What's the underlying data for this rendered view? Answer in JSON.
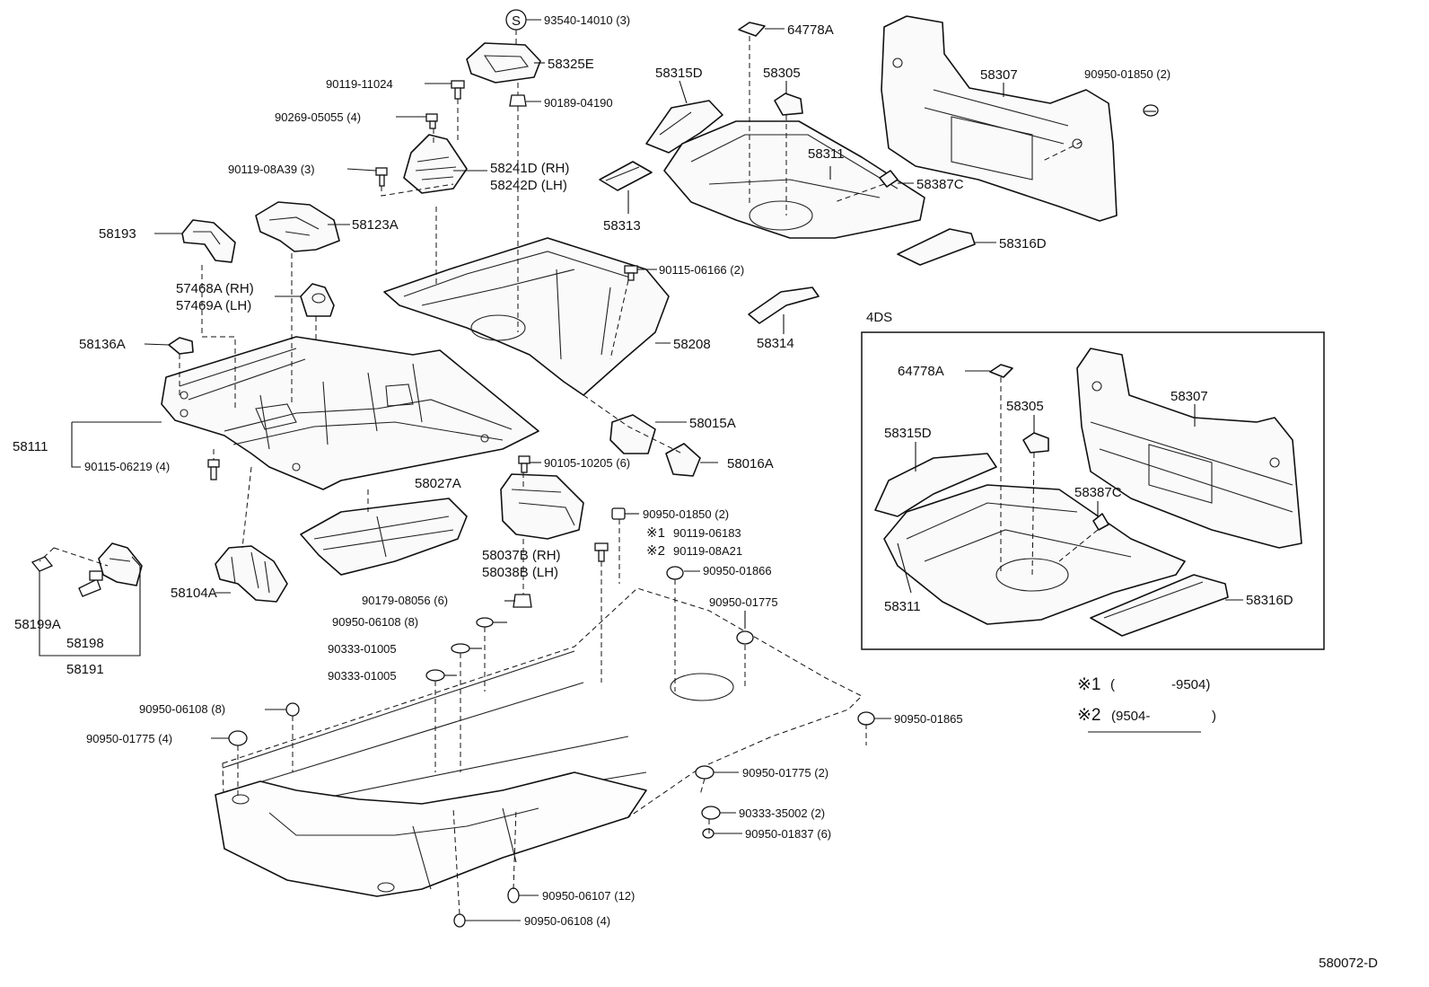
{
  "diagram_id": "580072-D",
  "labels": {
    "p93540_14010": "93540-14010 (3)",
    "s_mark": "S",
    "p58325E": "58325E",
    "p90189_04190": "90189-04190",
    "p90119_11024": "90119-11024",
    "p90269_05055": "90269-05055 (4)",
    "p90119_08A39": "90119-08A39 (3)",
    "p58241D": "58241D (RH)",
    "p58242D": "58242D (LH)",
    "p58193": "58193",
    "p58123A": "58123A",
    "p57468A": "57468A (RH)",
    "p57469A": "57469A (LH)",
    "p58136A": "58136A",
    "p58111": "58111",
    "p90115_06219": "90115-06219 (4)",
    "p58199A": "58199A",
    "p58198": "58198",
    "p58191": "58191",
    "p58104A": "58104A",
    "p58027A": "58027A",
    "p90105_10205": "90105-10205 (6)",
    "p58037B": "58037B (RH)",
    "p58038B": "58038B (LH)",
    "p90179_08056": "90179-08056 (6)",
    "p90950_06108_8a": "90950-06108 (8)",
    "p90333_01005a": "90333-01005",
    "p90333_01005b": "90333-01005",
    "p90950_06108_8b": "90950-06108 (8)",
    "p90950_01775_4": "90950-01775 (4)",
    "p90950_06107": "90950-06107 (12)",
    "p90950_06108_4": "90950-06108 (4)",
    "p58208": "58208",
    "p90115_06166": "90115-06166 (2)",
    "p58015A": "58015A",
    "p58016A": "58016A",
    "p90950_01850_2b": "90950-01850 (2)",
    "note1_mark": "※1",
    "p90119_06183": "90119-06183",
    "note2_mark": "※2",
    "p90119_08A21": "90119-08A21",
    "p90950_01866": "90950-01866",
    "p90950_01775": "90950-01775",
    "p90950_01865": "90950-01865",
    "p90950_01775_2": "90950-01775 (2)",
    "p90333_35002": "90333-35002 (2)",
    "p90950_01837": "90950-01837 (6)",
    "p64778A": "64778A",
    "p58315D": "58315D",
    "p58305": "58305",
    "p58307": "58307",
    "p90950_01850_2a": "90950-01850 (2)",
    "p58311": "58311",
    "p58387C": "58387C",
    "p58313": "58313",
    "p58316D": "58316D",
    "p58314": "58314"
  },
  "inset": {
    "title": "4DS",
    "p64778A": "64778A",
    "p58305": "58305",
    "p58307": "58307",
    "p58315D": "58315D",
    "p58387C": "58387C",
    "p58311": "58311",
    "p58316D": "58316D"
  },
  "notes": {
    "n1_mark": "※1",
    "n1_open": "(",
    "n1_value": "-9504)",
    "n2_mark": "※2",
    "n2_value": "(9504-",
    "n2_close": ")"
  }
}
